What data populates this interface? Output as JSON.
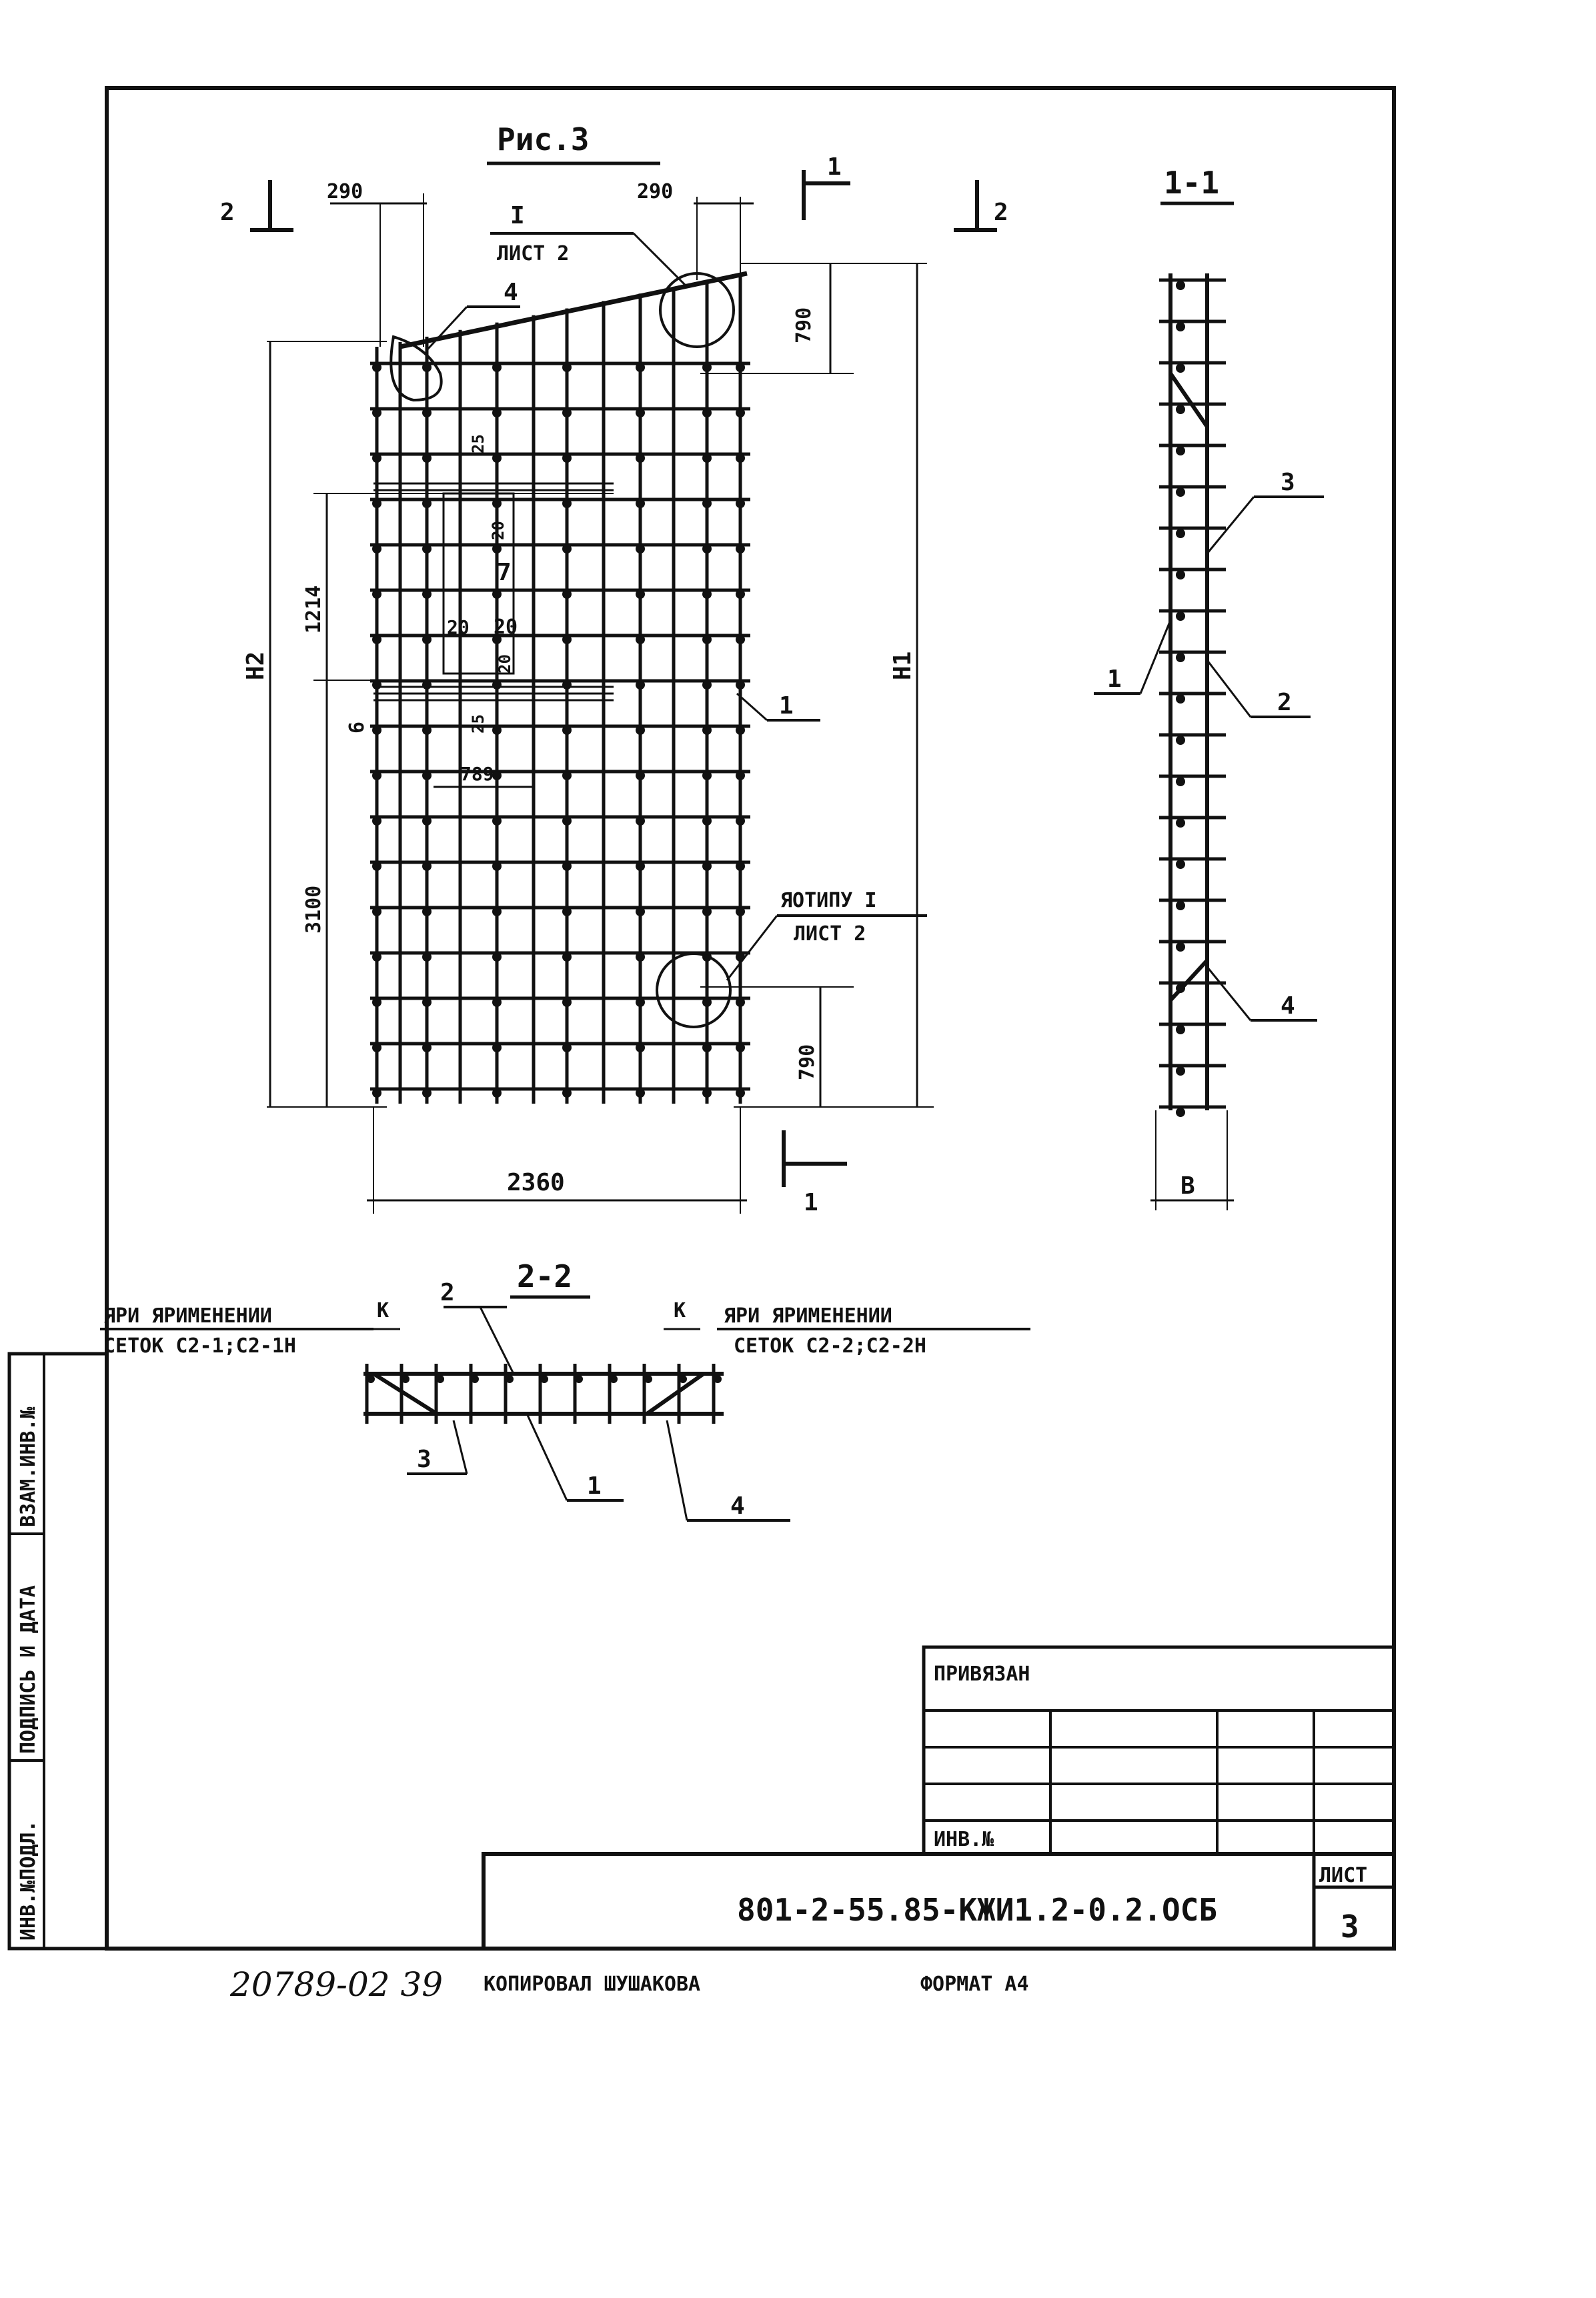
{
  "figure": {
    "title": "Рис.3",
    "section_2_top": "2",
    "section_2_top_right": "2",
    "section_1_top": "1",
    "section_1_bottom": "1",
    "callout_I": "I",
    "callout_I_sheet": "ЛИСТ 2",
    "callout_otipu": "ЯОТИПУ I",
    "callout_otipu_sheet": "ЛИСТ 2"
  },
  "dims": {
    "top_left": "290",
    "top_right": "290",
    "right_upper": "790",
    "right_lower": "790",
    "height_h1": "H1",
    "height_h2": "H2",
    "opening_height": "1214",
    "lower_height": "3100",
    "width": "2360",
    "gap_25_top": "25",
    "gap_20_top": "20",
    "opening_label": "7",
    "gap_20_left": "20",
    "gap_20_right": "20",
    "gap_20_bottom": "20",
    "gap_25_bottom": "25",
    "gap_6": "6",
    "width_789": "789"
  },
  "positions": {
    "p1": "1",
    "p2": "2",
    "p3": "3",
    "p4": "4"
  },
  "section_1_1": {
    "title": "1-1",
    "label_1": "1",
    "label_2": "2",
    "label_3": "3",
    "label_4": "4",
    "width_b": "B"
  },
  "section_2_2": {
    "title": "2-2",
    "note_left_1": "ЯРИ ЯРИМЕНЕНИИ",
    "note_left_2": "СЕТОК С2-1;С2-1Н",
    "note_right_1": "ЯРИ ЯРИМЕНЕНИИ",
    "note_right_2": "СЕТОК С2-2;С2-2Н",
    "k_left": "К",
    "k_right": "К",
    "label_1": "1",
    "label_2": "2",
    "label_3": "3",
    "label_4": "4"
  },
  "side_stamp": {
    "col1": "ИНВ.№ПОДЛ.",
    "col2": "ПОДПИСЬ И ДАТА",
    "col3": "ВЗАМ.ИНВ.№"
  },
  "title_block": {
    "privyazan": "ПРИВЯЗАН",
    "inv": "ИНВ.№",
    "doc_code": "801-2-55.85-КЖИ1.2-0.2.ОСБ",
    "sheet_label": "ЛИСТ",
    "sheet_number": "3"
  },
  "footer": {
    "handwritten": "20789-02 39",
    "copied": "КОПИРОВАЛ ШУШАКОВА",
    "format": "ФОРМАТ А4"
  }
}
